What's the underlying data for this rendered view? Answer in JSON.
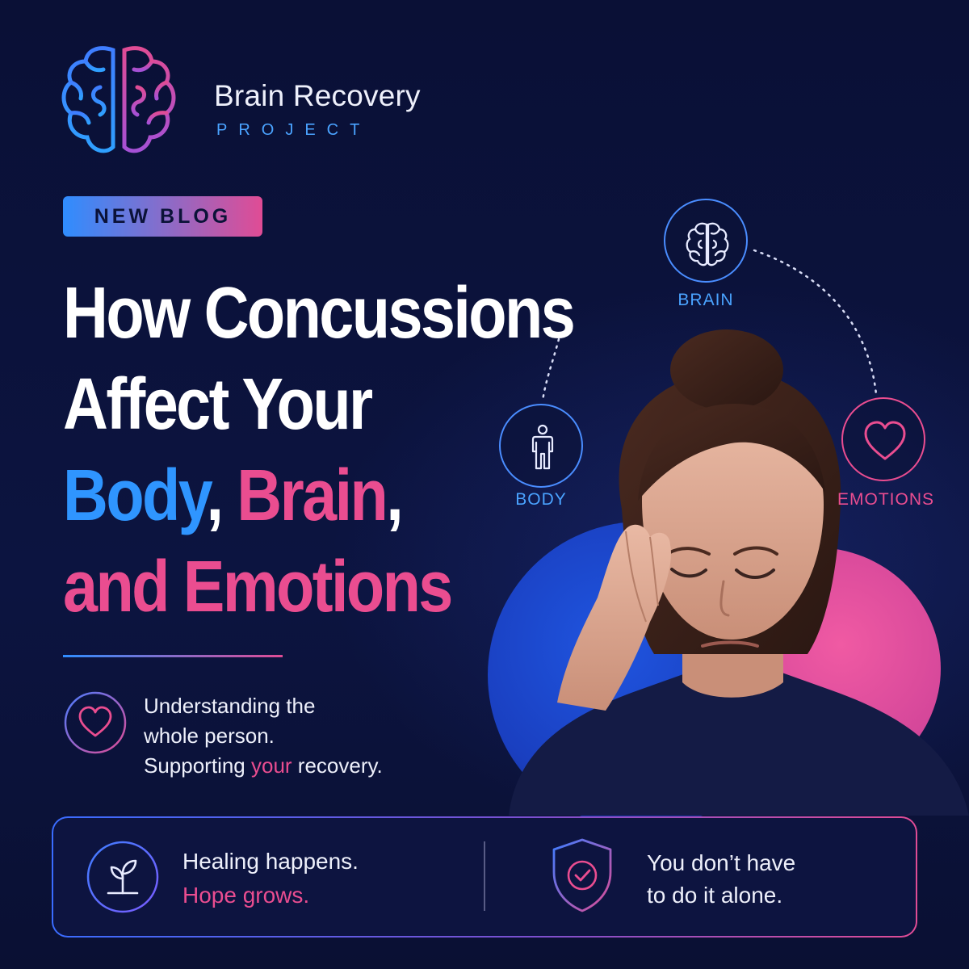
{
  "brand": {
    "name": "Brain Recovery",
    "subtitle": "PROJECT"
  },
  "badge": {
    "label": "NEW BLOG"
  },
  "headline": {
    "line1": "How Concussions",
    "line2": "Affect Your",
    "line3_blue": "Body",
    "line3_sep": ", ",
    "line3_pink": "Brain",
    "line3_end": ",",
    "line4": "and Emotions"
  },
  "tagline": {
    "line1": "Understanding the",
    "line2": "whole person.",
    "line3_start": "Supporting ",
    "line3_accent": "your",
    "line3_end": " recovery."
  },
  "nodes": {
    "brain": "BRAIN",
    "body": "BODY",
    "emotions": "EMOTIONS"
  },
  "panel": {
    "left_line1": "Healing happens.",
    "left_line2": "Hope grows.",
    "right_line1": "You don’t have",
    "right_line2": "to do it alone."
  },
  "colors": {
    "background": "#0b1238",
    "blue": "#2f95ff",
    "pink": "#ea4d90",
    "white": "#ffffff"
  },
  "icons": {
    "logo": "brain-logo-icon",
    "brain_node": "brain-icon",
    "body_node": "person-icon",
    "emotions_node": "heart-icon",
    "tagline": "heart-icon",
    "panel_left": "sprout-icon",
    "panel_right": "shield-check-icon"
  }
}
